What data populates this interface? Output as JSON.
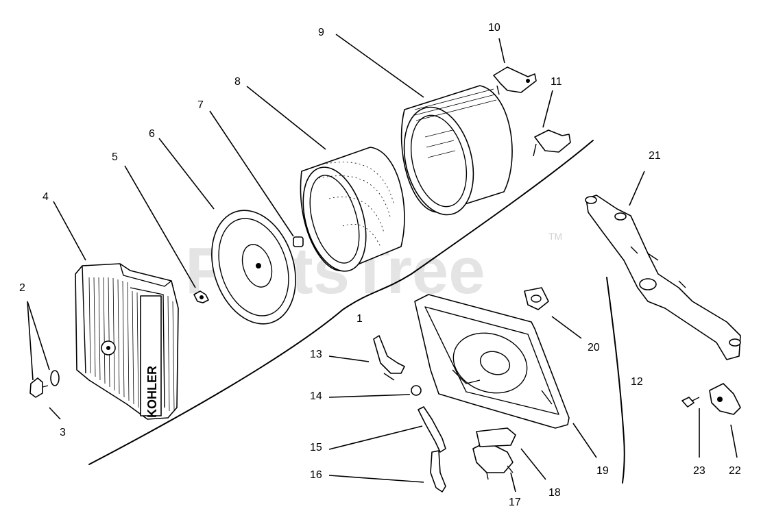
{
  "watermark": {
    "text": "PartsTree",
    "trademark": "TM"
  },
  "parts": {
    "p1": "1",
    "p2": "2",
    "p3": "3",
    "p4": "4",
    "p5": "5",
    "p6": "6",
    "p7": "7",
    "p8": "8",
    "p9": "9",
    "p10": "10",
    "p11": "11",
    "p12": "12",
    "p13": "13",
    "p14": "14",
    "p15": "15",
    "p16": "16",
    "p17": "17",
    "p18": "18",
    "p19": "19",
    "p20": "20",
    "p21": "21",
    "p22": "22",
    "p23": "23"
  },
  "housing_logo_text": "KOHLER"
}
